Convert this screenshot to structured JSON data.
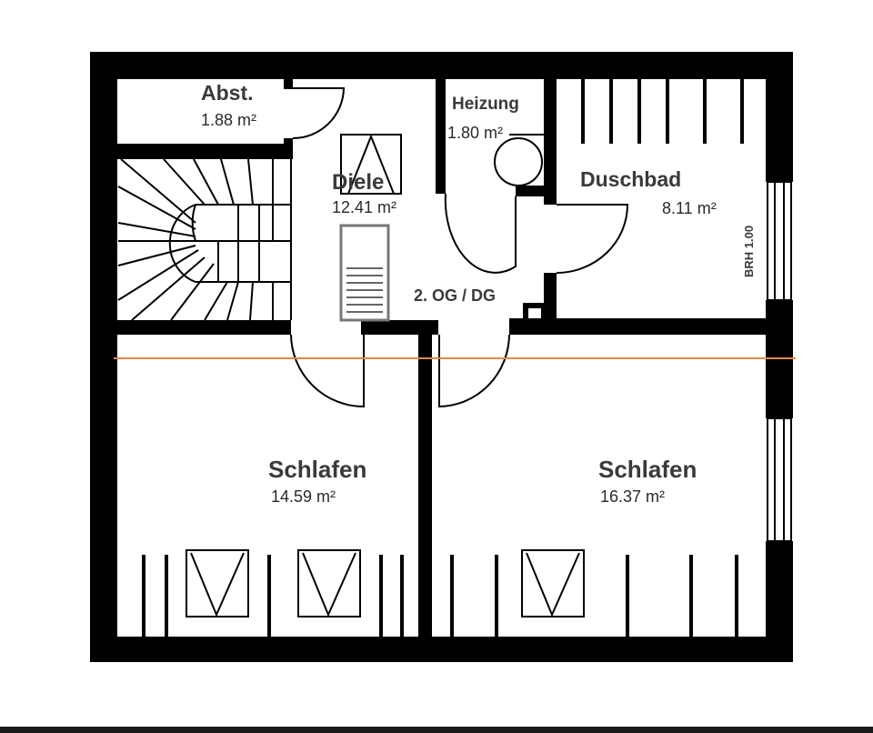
{
  "plan": {
    "floor_label": "2. OG / DG",
    "brh_label": "BRH 1.00",
    "rooms": [
      {
        "name": "Abst.",
        "area": "1.88 m²"
      },
      {
        "name": "Diele",
        "area": "12.41 m²"
      },
      {
        "name": "Heizung",
        "area": "1.80 m²"
      },
      {
        "name": "Duschbad",
        "area": "8.11 m²"
      },
      {
        "name": "Schlafen",
        "area": "14.59 m²"
      },
      {
        "name": "Schlafen",
        "area": "16.37 m²"
      }
    ],
    "colors": {
      "wall": "#000000",
      "section_line": "#e0894a"
    }
  }
}
